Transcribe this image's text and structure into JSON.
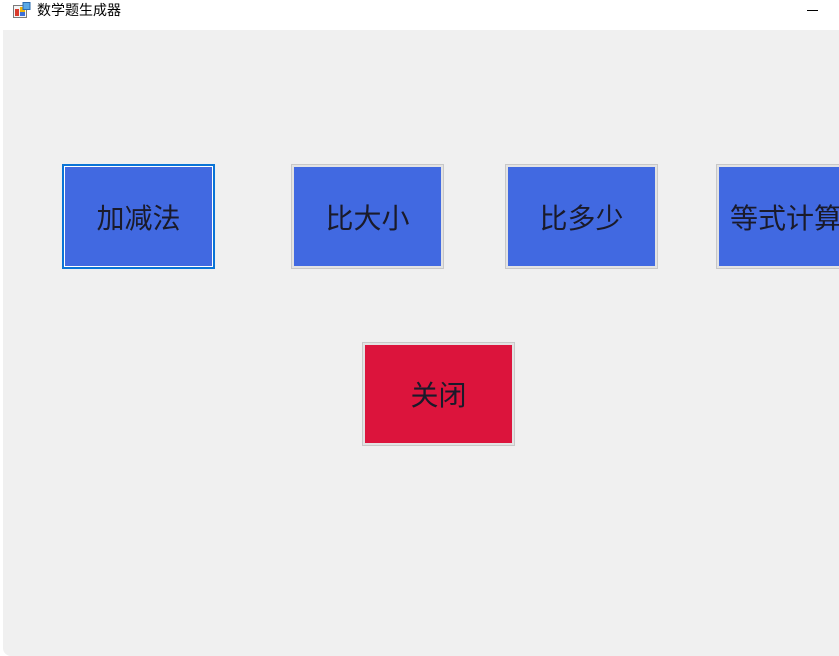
{
  "window": {
    "title": "数学题生成器",
    "minimize_glyph": "—",
    "icon": "app-icon"
  },
  "buttons": {
    "add_subtract": "加减法",
    "compare_size": "比大小",
    "compare_more_less": "比多少",
    "equation_calc": "等式计算",
    "close": "关闭"
  },
  "colors": {
    "button_blue": "#4169e1",
    "button_red": "#dc143c",
    "focus_border": "#0a74d6",
    "client_background": "#f0f0f0"
  }
}
